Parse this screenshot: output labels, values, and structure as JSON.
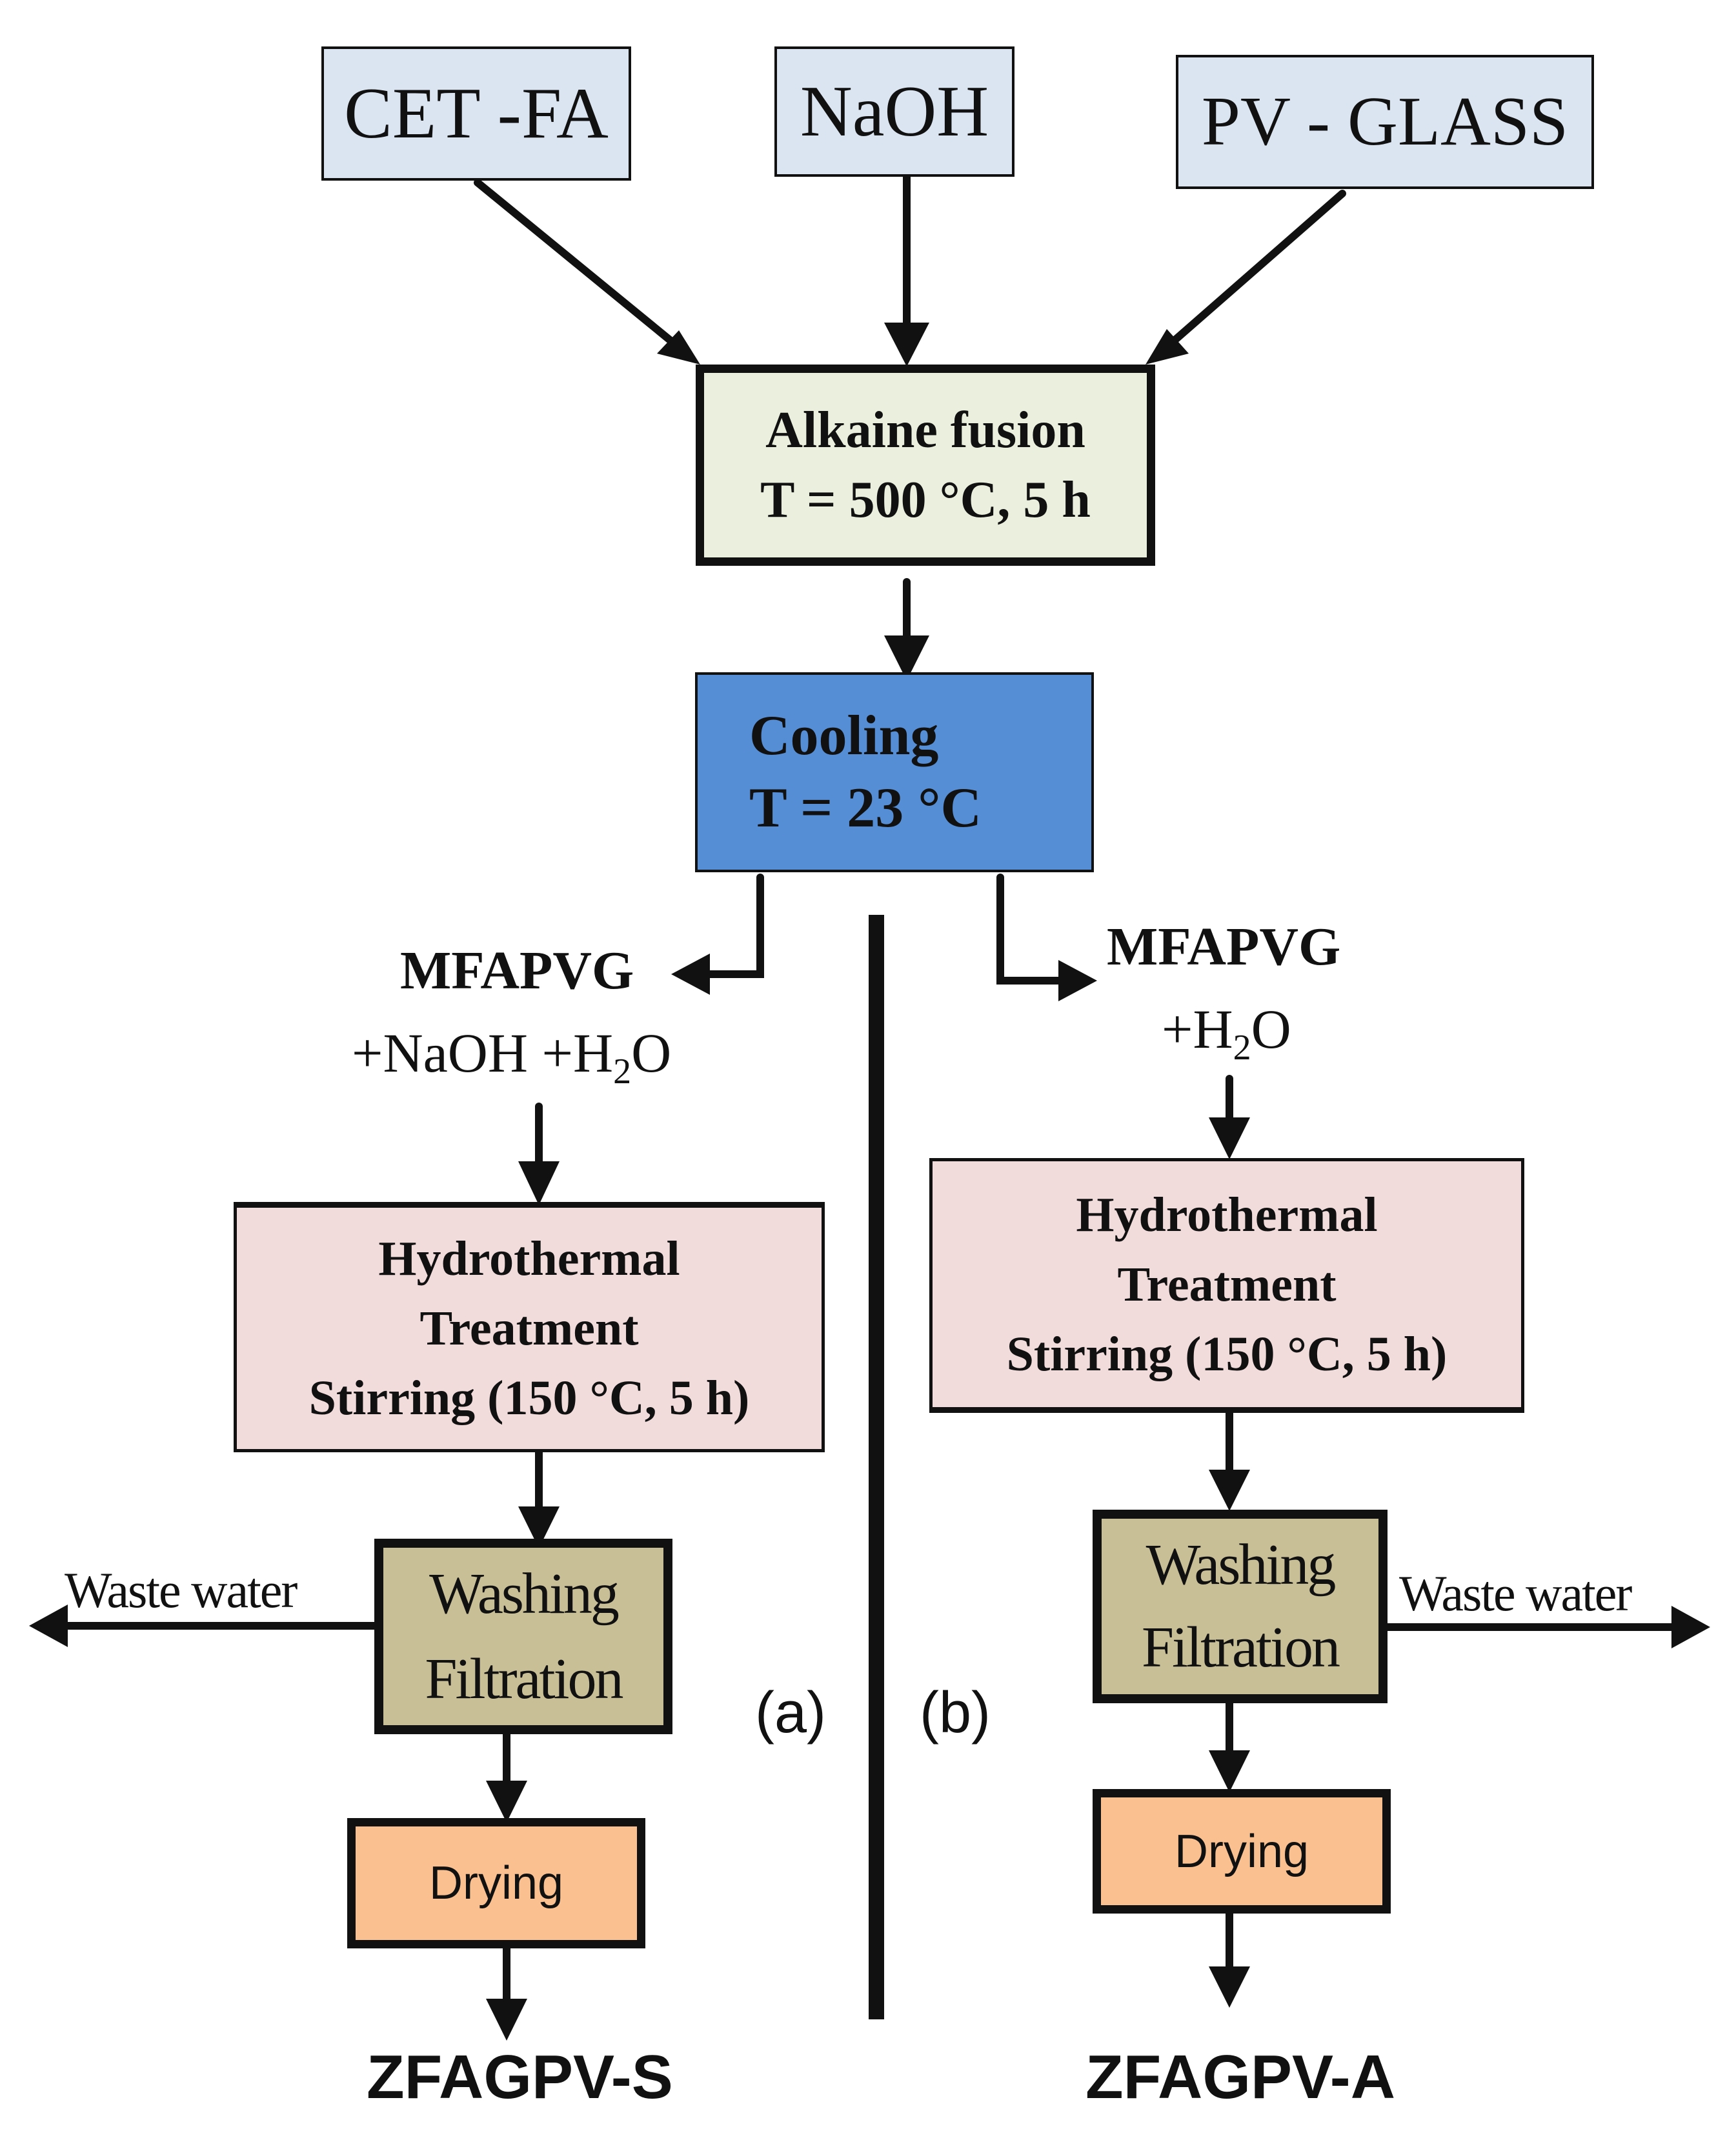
{
  "inputs": {
    "cetfa": "CET -FA",
    "naoh": "NaOH",
    "pvglass": "PV - GLASS"
  },
  "fusion": {
    "line1": "Alkaine  fusion",
    "line2": "T = 500 °C, 5 h"
  },
  "cooling": {
    "line1": "Cooling",
    "line2": "T = 23 °C"
  },
  "route_a": {
    "label": "(a)",
    "mix_name": "MFAPVG",
    "mix_additives_prefix": "+NaOH +H",
    "mix_additives_sub": "2",
    "mix_additives_suffix": "O",
    "hydro_line1": "Hydrothermal",
    "hydro_line2": "Treatment",
    "hydro_line3": "Stirring  (150 °C, 5 h)",
    "wash_line1": "Washing",
    "wash_line2": "Filtration",
    "waste": "Waste water",
    "drying": "Drying",
    "product": "ZFAGPV-S"
  },
  "route_b": {
    "label": "(b)",
    "mix_name": "MFAPVG",
    "mix_additives_prefix": "+H",
    "mix_additives_sub": "2",
    "mix_additives_suffix": "O",
    "hydro_line1": "Hydrothermal",
    "hydro_line2": "Treatment",
    "hydro_line3": "Stirring  (150 °C, 5 h)",
    "wash_line1": "Washing",
    "wash_line2": "Filtration",
    "waste": "Waste water",
    "drying": "Drying",
    "product": "ZFAGPV-A"
  },
  "colors": {
    "input_fill": "#dbe5f1",
    "fusion_fill": "#eaf0dd",
    "cooling_fill": "#558ed5",
    "hydro_fill": "#f2dcdb",
    "wash_fill": "#c9bf97",
    "drying_fill": "#fac090",
    "stroke": "#111111"
  }
}
